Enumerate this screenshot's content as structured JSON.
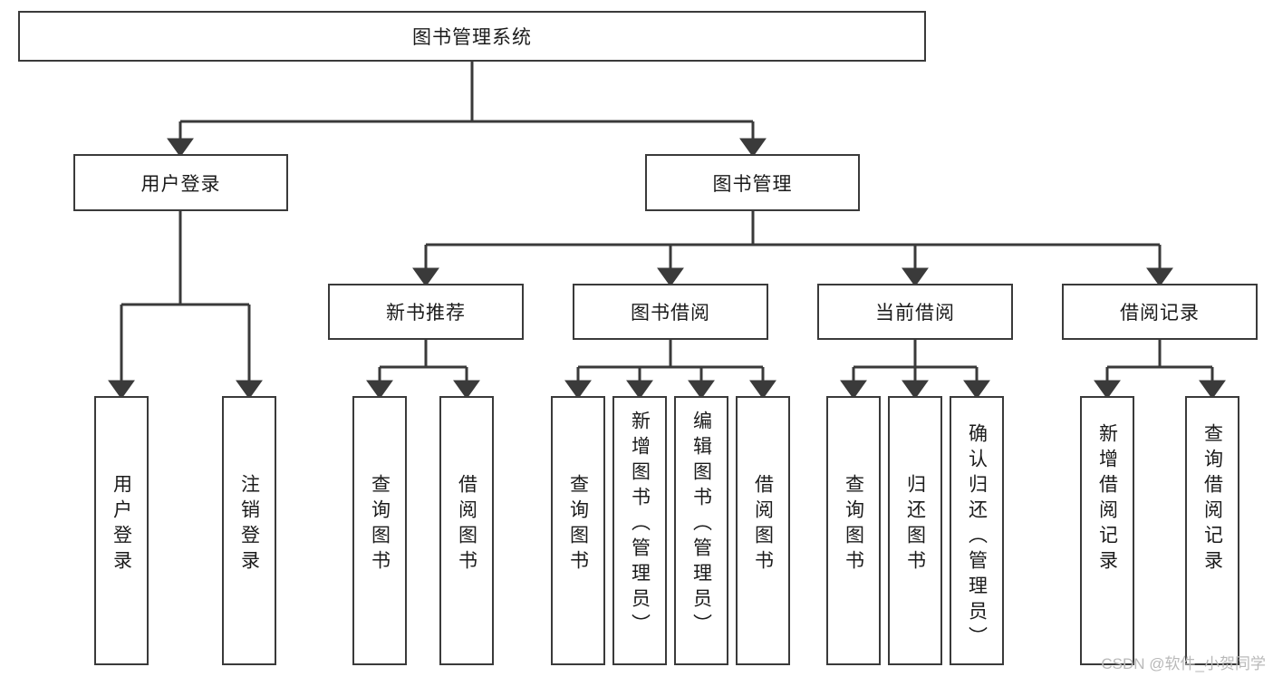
{
  "diagram": {
    "title": "图书管理系统",
    "type": "tree-hierarchy",
    "colors": {
      "stroke": "#3a3a3a",
      "text": "#1b1b1b",
      "background": "#ffffff",
      "watermark": "#b9b9b9"
    },
    "root": {
      "label": "图书管理系统"
    },
    "level1": [
      {
        "label": "用户登录"
      },
      {
        "label": "图书管理"
      }
    ],
    "level2": [
      {
        "label": "新书推荐"
      },
      {
        "label": "图书借阅"
      },
      {
        "label": "当前借阅"
      },
      {
        "label": "借阅记录"
      }
    ],
    "leaves": {
      "user_login": [
        {
          "label": "用户登录"
        },
        {
          "label": "注销登录"
        }
      ],
      "new_book": [
        {
          "label": "查询图书"
        },
        {
          "label": "借阅图书"
        }
      ],
      "book_borrow": [
        {
          "label": "查询图书"
        },
        {
          "label": "新增图书（管理员）"
        },
        {
          "label": "编辑图书（管理员）"
        },
        {
          "label": "借阅图书"
        }
      ],
      "current_borrow": [
        {
          "label": "查询图书"
        },
        {
          "label": "归还图书"
        },
        {
          "label": "确认归还（管理员）"
        }
      ],
      "borrow_record": [
        {
          "label": "新增借阅记录"
        },
        {
          "label": "查询借阅记录"
        }
      ]
    }
  },
  "watermark": {
    "text": "CSDN @软件_小贺同学"
  }
}
